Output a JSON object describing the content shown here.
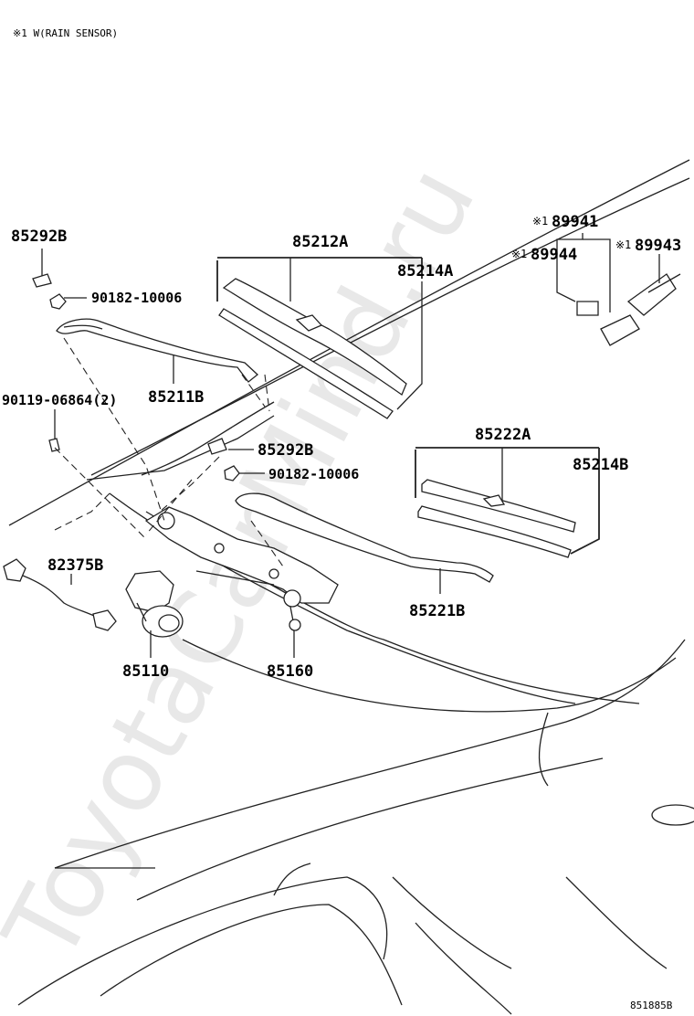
{
  "diagram": {
    "note": "※1 W(RAIN SENSOR)",
    "watermark": "ToyotaCarMind.ru",
    "figure_code": "851885B",
    "parts": {
      "p85292B_top": "85292B",
      "p90182_top": "90182-10006",
      "p85211B": "85211B",
      "p90119": "90119-06864(2)",
      "p85212A": "85212A",
      "p85214A": "85214A",
      "p89941": "89941",
      "p89944": "89944",
      "p89943": "89943",
      "p85292B_mid": "85292B",
      "p90182_mid": "90182-10006",
      "p85222A": "85222A",
      "p85214B": "85214B",
      "p82375B": "82375B",
      "p85221B": "85221B",
      "p85110": "85110",
      "p85160": "85160"
    },
    "mark": "※1"
  }
}
